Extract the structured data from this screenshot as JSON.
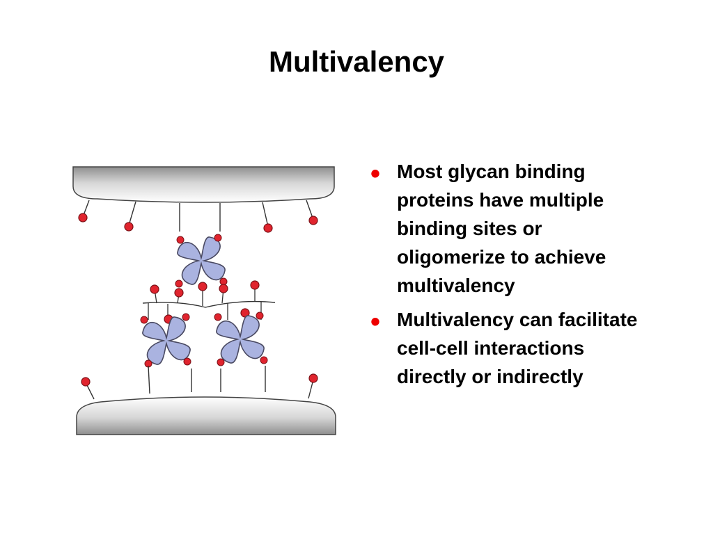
{
  "slide": {
    "title": "Multivalency"
  },
  "bullets": [
    {
      "marker": "•",
      "text": "Most glycan binding proteins have multiple binding sites or oligomerize to achieve multivalency"
    },
    {
      "marker": "•",
      "text": "Multivalency can facilitate cell-cell interactions directly or indirectly"
    }
  ],
  "colors": {
    "bullet": "#ee0000",
    "glycan": "#e0242e",
    "protein_fill": "#aab3e0",
    "protein_stroke": "#4a4a62",
    "membrane_dark": "#8f8f8f",
    "membrane_light": "#ffffff"
  },
  "diagram": {
    "cells": [
      "top-cell",
      "bottom-cell"
    ],
    "proteins": 3,
    "glycans_on_membranes": 6
  }
}
